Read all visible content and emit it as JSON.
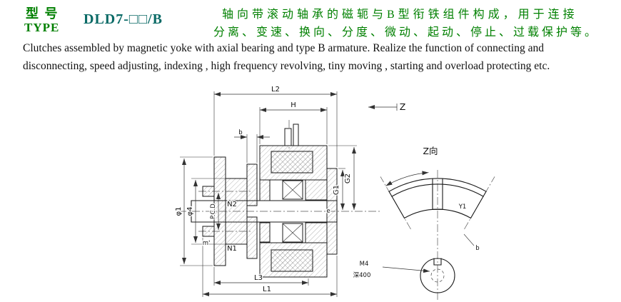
{
  "header": {
    "type_label_cn": "型 号",
    "type_label_en": "TYPE",
    "model": "DLD7-□□/B",
    "desc_cn_line1": "轴向带滚动轴承的磁轭与B型衔铁组件构成，用于连接",
    "desc_cn_line2": "分离、变速、换向、分度、微动、起动、停止、过载保护等。",
    "desc_en_line1": "Clutches assembled by magnetic yoke with axial bearing and type B armature. Realize the function of connecting and",
    "desc_en_line2": "disconnecting, speed adjusting, indexing , high frequency revolving, tiny moving , starting and overload protecting etc."
  },
  "colors": {
    "heading_green": "#008000",
    "model_teal": "#0a6a66",
    "line_dark": "#1a1a1a"
  },
  "drawing": {
    "dim_labels": {
      "L2": "L2",
      "H": "H",
      "b_small": "b",
      "Z_view_arrow": "Z",
      "G2": "G2",
      "G1": "G1",
      "phi_outer": "φ1",
      "phi_hub": "φ4",
      "PCD": "P.C.D",
      "N2": "N2",
      "N1": "N1",
      "m_prime": "m'",
      "e_gap": "e",
      "L3": "L3",
      "L1": "L1"
    },
    "view_z": {
      "title": "Z向",
      "Y1": "Y1",
      "b": "b",
      "thread_note": "M4",
      "depth_note": "深400"
    }
  }
}
